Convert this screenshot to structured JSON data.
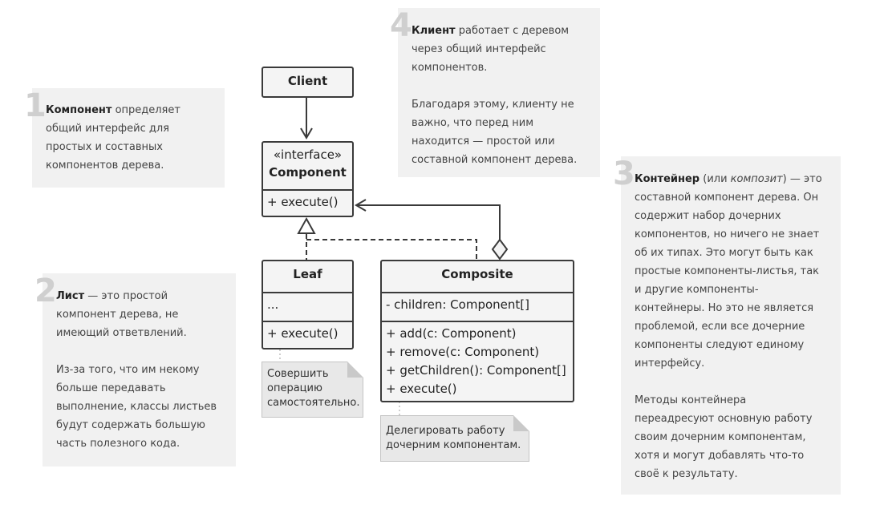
{
  "notes": {
    "component": {
      "number": "1",
      "bold": "Компонент",
      "lines": [
        "определяет",
        "общий интерфейс для",
        "простых и составных",
        "компонентов дерева."
      ]
    },
    "leaf": {
      "number": "2",
      "bold": "Лист",
      "p1": [
        " — это простой",
        "компонент дерева, не",
        "имеющий ответвлений."
      ],
      "p2": [
        "Из-за того, что им некому",
        "больше передавать",
        "выполнение, классы листьев",
        "будут содержать большую",
        "часть полезного кода."
      ]
    },
    "container": {
      "number": "3",
      "bold": "Контейнер",
      "paren_open": " (или ",
      "italic": "композит",
      "after_italic": ") — это",
      "p1": [
        "составной компонент дерева. Он",
        "содержит набор дочерних",
        "компонентов, но ничего не знает",
        "об их типах. Это могут быть как",
        "простые компоненты-листья, так",
        "и другие компоненты-",
        "контейнеры. Но это не является",
        "проблемой, если все дочерние",
        "компоненты следуют единому",
        "интерфейсу."
      ],
      "p2": [
        "Методы контейнера",
        "переадресуют основную работу",
        "своим дочерним компонентам,",
        "хотя и могут добавлять что-то",
        "своё к результату."
      ]
    },
    "client": {
      "number": "4",
      "bold": "Клиент",
      "first": " работает с деревом",
      "p1": [
        "через общий интерфейс",
        "компонентов."
      ],
      "p2": [
        "Благодаря этому, клиенту не",
        "важно, что перед ним",
        "находится — простой или",
        "составной компонент дерева."
      ]
    }
  },
  "classes": {
    "client": {
      "name": "Client"
    },
    "component": {
      "stereotype": "«interface»",
      "name": "Component",
      "methods": [
        "+ execute()"
      ]
    },
    "leaf": {
      "name": "Leaf",
      "fields": [
        "..."
      ],
      "methods": [
        "+ execute()"
      ]
    },
    "composite": {
      "name": "Composite",
      "fields": [
        "- children: Component[]"
      ],
      "methods": [
        "+ add(c: Component)",
        "+ remove(c: Component)",
        "+ getChildren(): Component[]",
        "+ execute()"
      ]
    }
  },
  "memos": {
    "leaf": [
      "Совершить",
      "операцию",
      "самостоятельно."
    ],
    "composite": [
      "Делегировать работу",
      "дочерним компонентам."
    ]
  }
}
